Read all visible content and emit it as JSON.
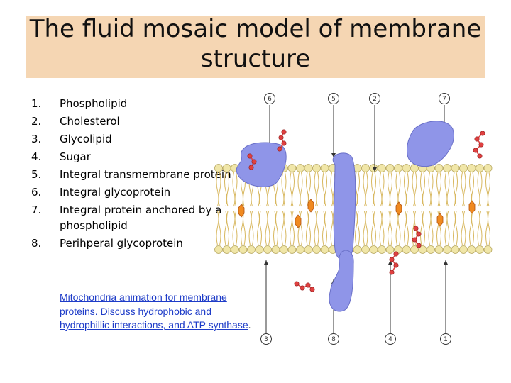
{
  "title": "The fluid mosaic model of membrane structure",
  "legend": [
    {
      "num": "1.",
      "text": "Phospholipid"
    },
    {
      "num": "2.",
      "text": "Cholesterol"
    },
    {
      "num": "3.",
      "text": "Glycolipid"
    },
    {
      "num": "4.",
      "text": "Sugar"
    },
    {
      "num": "5.",
      "text": "Integral transmembrane protein"
    },
    {
      "num": "6.",
      "text": "Integral glycoprotein"
    },
    {
      "num": "7.",
      "text": "Integral protein anchored by a phospholipid"
    },
    {
      "num": "8.",
      "text": "Perihperal glycoprotein"
    }
  ],
  "link": {
    "text": "Mitochondria animation for membrane proteins. Discuss hydrophobic and hydrophillic interactions, and ATP synthase",
    "trailing": "."
  },
  "diagram": {
    "top_callouts": [
      "6",
      "5",
      "2",
      "7"
    ],
    "bottom_callouts": [
      "3",
      "8",
      "4",
      "1"
    ],
    "colors": {
      "protein": "#8f95e8",
      "protein_stroke": "#6a70c8",
      "lipid_head": "#f0e6a8",
      "lipid_tail": "#d8b860",
      "sugar": "#e04040",
      "cholesterol": "#f08a20"
    }
  }
}
